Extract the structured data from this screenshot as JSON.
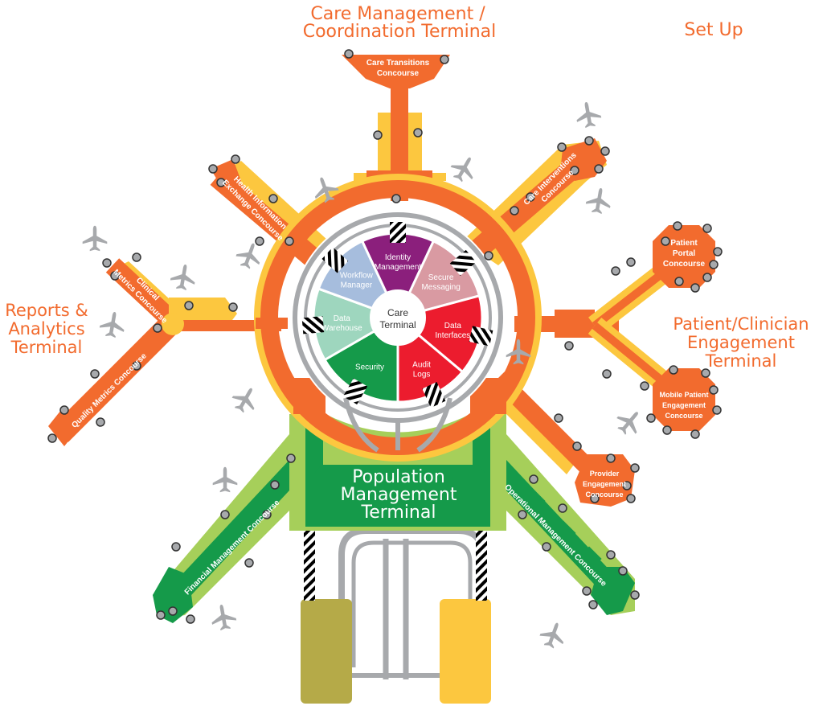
{
  "header": {
    "care_terminal_title_1": "Care Management /",
    "care_terminal_title_2": "Coordination Terminal",
    "setup_label": "Set Up"
  },
  "terminals": {
    "reports_1": "Reports &",
    "reports_2": "Analytics",
    "reports_3": "Terminal",
    "patient_1": "Patient/Clinician",
    "patient_2": "Engagement",
    "patient_3": "Terminal",
    "population_1": "Population",
    "population_2": "Management",
    "population_3": "Terminal"
  },
  "hub": {
    "center_1": "Care",
    "center_2": "Terminal",
    "segments": {
      "identity_1": "Identity",
      "identity_2": "Management",
      "secure_1": "Secure",
      "secure_2": "Messaging",
      "interfaces_1": "Data",
      "interfaces_2": "Interfaces",
      "audit_1": "Audit",
      "audit_2": "Logs",
      "security_1": "Security",
      "warehouse_1": "Data",
      "warehouse_2": "Warehouse",
      "workflow_1": "Workflow",
      "workflow_2": "Manager"
    }
  },
  "concourses": {
    "care_transitions_1": "Care Transitions",
    "care_transitions_2": "Concourse",
    "care_interventions": "Care Interventions",
    "care_interventions_2": "Concourse",
    "hie_1": "Health Information",
    "hie_2": "Exchange Concourse",
    "clinical_1": "Clinical",
    "clinical_2": "Metrics Concourse",
    "quality": "Quality Metrics Concourse",
    "patient_portal_1": "Patient",
    "patient_portal_2": "Portal",
    "patient_portal_3": "Concourse",
    "mobile_1": "Mobile Patient",
    "mobile_2": "Engagement",
    "mobile_3": "Concourse",
    "provider_1": "Provider",
    "provider_2": "Engagement",
    "provider_3": "Concourse",
    "financial": "Financial Management Concourse",
    "operational": "Operational Management Concourse"
  },
  "colors": {
    "orange": "#f26b2e",
    "yellow": "#fcc73f",
    "light_green": "#a6cf5a",
    "dark_green": "#159a4a",
    "gray": "#a7a9ac",
    "purple": "#8b1f7c",
    "pink": "#d99aa2",
    "red": "#ec1c2e",
    "blue": "#a6bddd",
    "mint": "#9ed6be",
    "olive": "#b5aa48",
    "gate": "#a7a9ac"
  }
}
